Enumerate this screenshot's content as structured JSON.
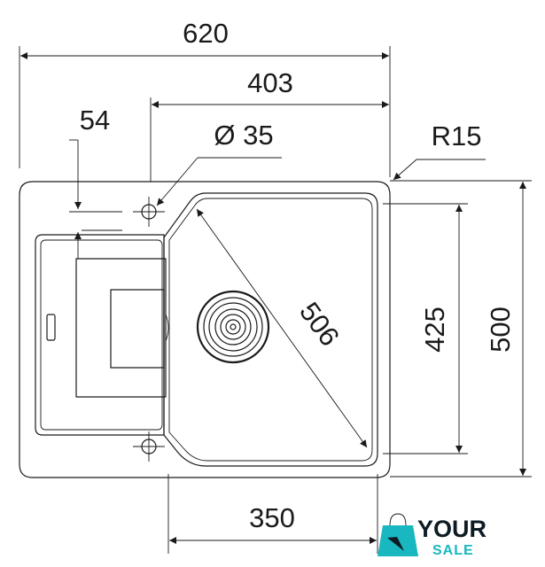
{
  "dimensions": {
    "overall_width": "620",
    "bowl_width_top": "403",
    "tap_hole_offset": "54",
    "tap_hole_diameter": "Ø 35",
    "corner_radius": "R15",
    "bowl_diagonal": "506",
    "bowl_depth": "425",
    "overall_depth": "500",
    "bowl_width_bottom": "350"
  },
  "logo": {
    "word": "YOUR",
    "sub": "SALE",
    "colors": {
      "accent": "#19b7c0",
      "dark": "#0d1b24"
    }
  }
}
